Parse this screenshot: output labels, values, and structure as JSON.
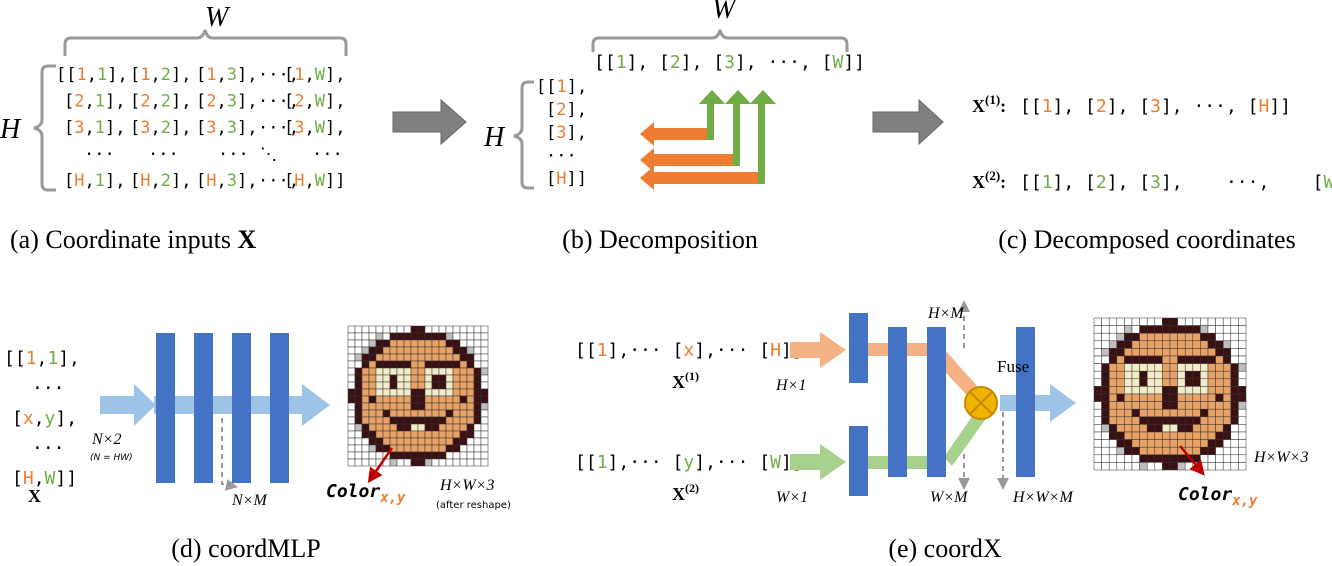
{
  "colors": {
    "orange": "#ed7d31",
    "green": "#70ad47",
    "blue_bar": "#4472c4",
    "light_blue": "#9dc3e6",
    "light_orange": "#f4b183",
    "light_green": "#a9d18e",
    "gray_arrow": "#7f7f7f",
    "red": "#c00000",
    "text": "#111111"
  },
  "panel_a": {
    "W_label": "W",
    "H_label": "H",
    "rows": [
      [
        [
          "[[",
          "1",
          ",",
          "1",
          "],"
        ],
        [
          "[",
          "1",
          ",",
          "2",
          "],"
        ],
        [
          "[",
          "1",
          ",",
          "3",
          "],"
        ],
        [
          "···,"
        ],
        [
          "[",
          "1",
          ",",
          "W",
          "],"
        ]
      ],
      [
        [
          "[",
          "2",
          ",",
          "1",
          "],"
        ],
        [
          "[",
          "2",
          ",",
          "2",
          "],"
        ],
        [
          "[",
          "2",
          ",",
          "3",
          "],"
        ],
        [
          "···,"
        ],
        [
          "[",
          "2",
          ",",
          "W",
          "],"
        ]
      ],
      [
        [
          "[",
          "3",
          ",",
          "1",
          "],"
        ],
        [
          "[",
          "3",
          ",",
          "2",
          "],"
        ],
        [
          "[",
          "3",
          ",",
          "3",
          "],"
        ],
        [
          "···,"
        ],
        [
          "[",
          "3",
          ",",
          "W",
          "],"
        ]
      ],
      [
        [
          "···"
        ],
        [
          "···"
        ],
        [
          "···"
        ],
        [
          "⋱"
        ],
        [
          "···"
        ]
      ],
      [
        [
          "[",
          "H",
          ",",
          "1",
          "],"
        ],
        [
          "[",
          "H",
          ",",
          "2",
          "],"
        ],
        [
          "[",
          "H",
          ",",
          "3",
          "],"
        ],
        [
          "···,"
        ],
        [
          "[",
          "H",
          ",",
          "W",
          "]]"
        ]
      ]
    ],
    "caption_prefix": "(a)  Coordinate inputs ",
    "caption_bold": "X"
  },
  "panel_b": {
    "W_label": "W",
    "H_label": "H",
    "top_row": [
      "[[",
      "1",
      "], [",
      "2",
      "], [",
      "3",
      "], ···, [",
      "W",
      "]]"
    ],
    "left_col": [
      [
        "[[",
        "1",
        "],"
      ],
      [
        "[",
        "2",
        "],"
      ],
      [
        "[",
        "3",
        "],"
      ],
      [
        "···"
      ],
      [
        "[",
        "H",
        "]]"
      ]
    ],
    "caption": "(b)  Decomposition"
  },
  "panel_c": {
    "x1_label": "X",
    "x1_sup": "(1)",
    "x1_seq": [
      "[[",
      "1",
      "], [",
      "2",
      "], [",
      "3",
      "], ···, [",
      "H",
      "]]"
    ],
    "x2_label": "X",
    "x2_sup": "(2)",
    "x2_seq": [
      "[[",
      "1",
      "], [",
      "2",
      "], [",
      "3",
      "],    ···,    [",
      "W",
      "]]"
    ],
    "caption": "(c)  Decomposed coordinates"
  },
  "panel_d": {
    "input_lines": [
      [
        "[[",
        "1",
        ",",
        "1",
        "],"
      ],
      [
        "···"
      ],
      [
        "[",
        "x",
        ",",
        "y",
        "],"
      ],
      [
        "···"
      ],
      [
        "[",
        "H",
        ",",
        "W",
        "]]"
      ]
    ],
    "x_label": "X",
    "n2_label": "N×2",
    "n_note": "(N = HW)",
    "nm_label": "N×M",
    "color_label": "Color",
    "color_sub": "x,y",
    "hw3_label": "H×W×3",
    "reshape_note": "(after reshape)",
    "caption": "(d)  coordMLP"
  },
  "panel_e": {
    "row1": [
      "[[",
      "1",
      "],··· [",
      "x",
      "],··· [",
      "H",
      "]]"
    ],
    "row2": [
      "[[",
      "1",
      "],··· [",
      "y",
      "],··· [",
      "W",
      "]]"
    ],
    "x1_label": "X",
    "x1_sup": "(1)",
    "x2_label": "X",
    "x2_sup": "(2)",
    "h1_label": "H×1",
    "w1_label": "W×1",
    "hm_label": "H×M",
    "wm_label": "W×M",
    "hwm_label": "H×W×M",
    "fuse_label": "Fuse",
    "hw3_label": "H×W×3",
    "color_label": "Color",
    "color_sub": "x,y",
    "caption": "(e)  coordX"
  }
}
